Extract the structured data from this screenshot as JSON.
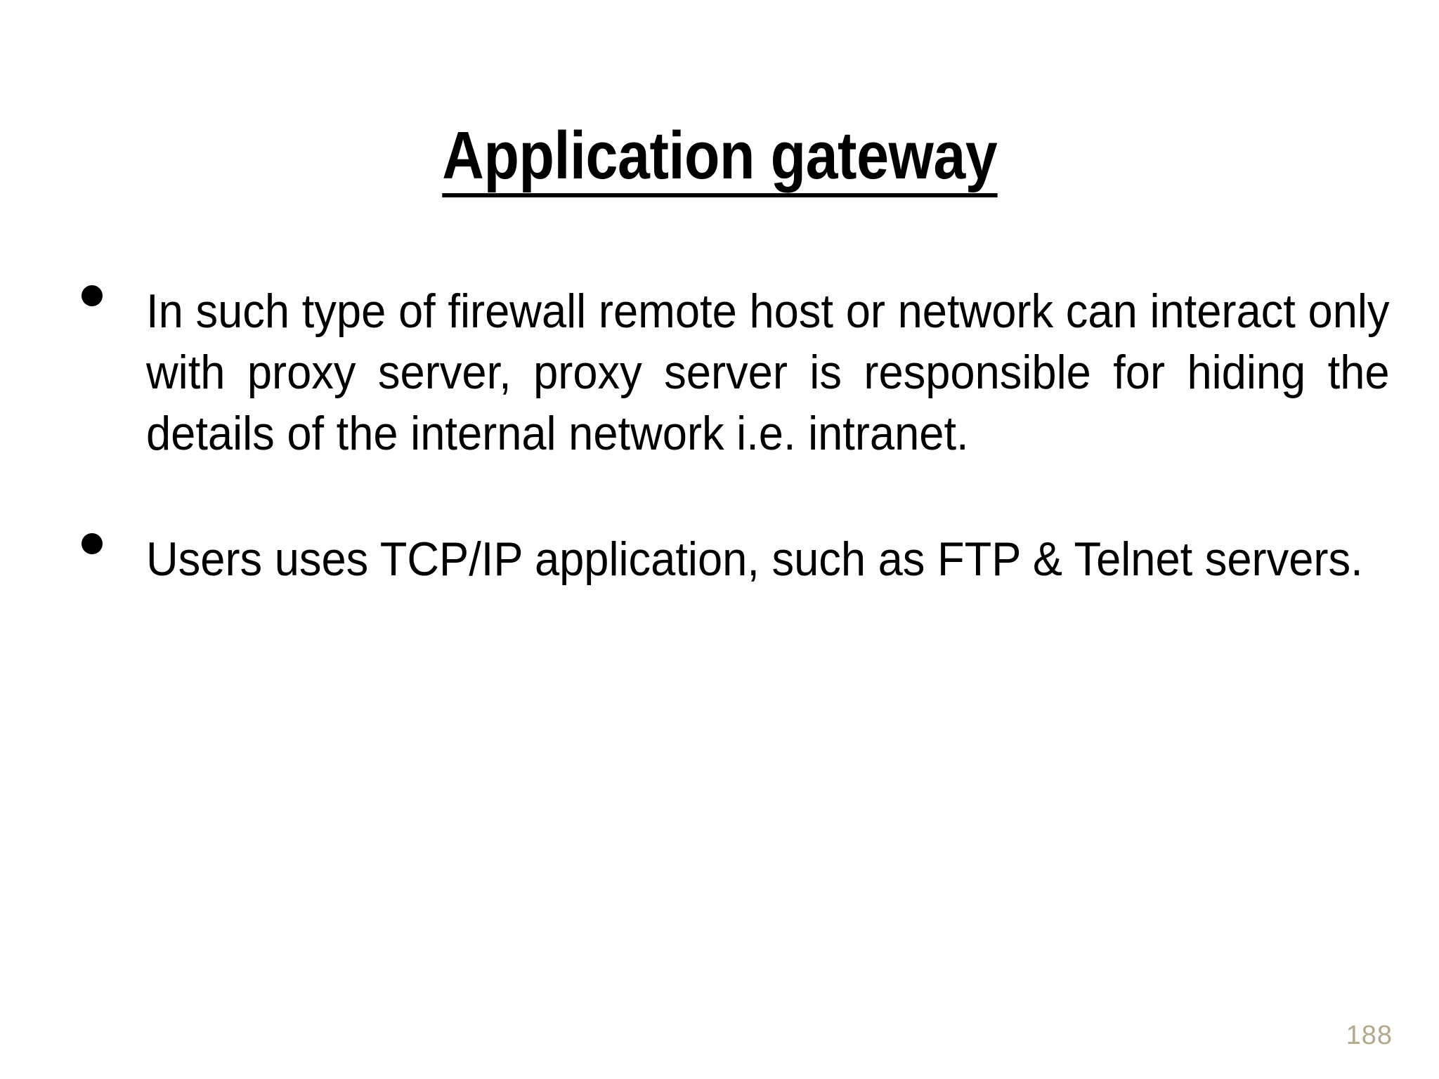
{
  "slide": {
    "background_color": "#ffffff",
    "text_color": "#000000",
    "title": "Application gateway",
    "bullets": [
      {
        "marker": "round-bullet",
        "text": "In such type of firewall remote host or network can interact only with proxy server, proxy server is responsible for hiding the details of the internal network i.e. intranet."
      },
      {
        "marker": "round-bullet",
        "text": "Users uses TCP/IP application, such as FTP & Telnet servers."
      }
    ],
    "page_number": "188",
    "page_number_color": "#b4a88b"
  }
}
